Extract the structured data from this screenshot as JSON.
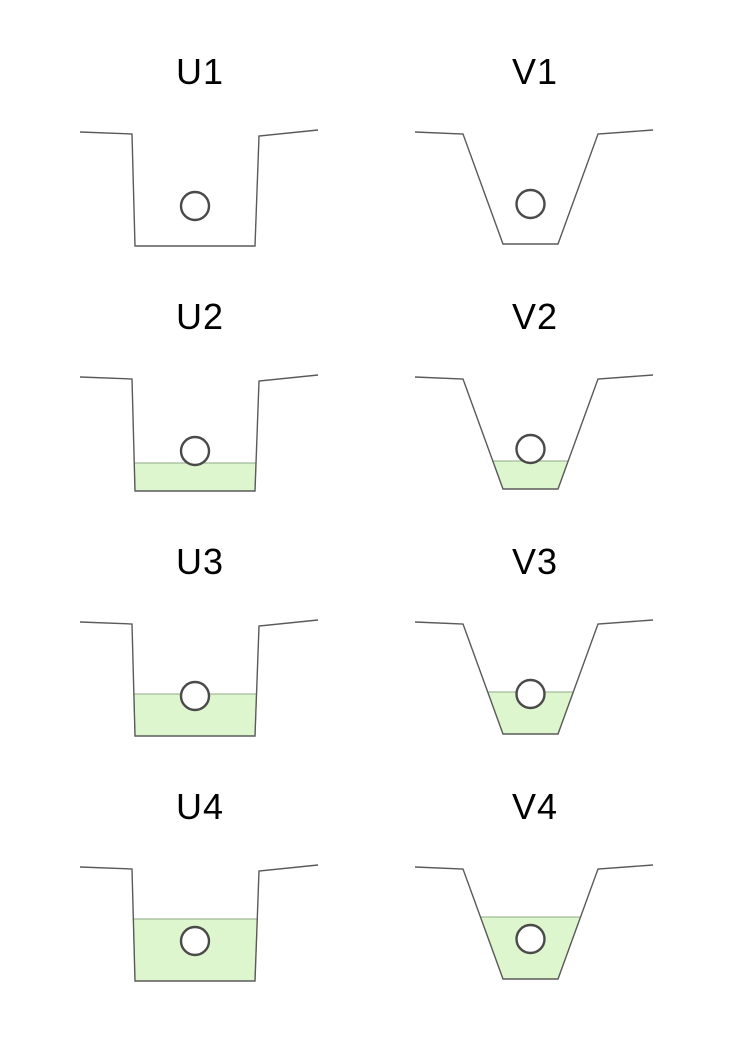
{
  "page": {
    "background": "#ffffff",
    "description": "Comparison diagram of U-shaped and V-shaped valley cross-sections with a ball and rising water level"
  },
  "colors": {
    "outline": "#5a5a5a",
    "ball_stroke": "#4a4a4a",
    "ball_fill": "#ffffff",
    "water_fill": "#def6cd",
    "water_stroke": "#8faa85",
    "label_color": "#000000"
  },
  "ball": {
    "radius": 14,
    "height_above_bottom": 40
  },
  "water_levels": [
    0,
    28,
    42,
    62
  ],
  "panels": [
    {
      "id": "u1",
      "label": "U1",
      "shape": "u",
      "water_level": 0
    },
    {
      "id": "v1",
      "label": "V1",
      "shape": "v",
      "water_level": 0
    },
    {
      "id": "u2",
      "label": "U2",
      "shape": "u",
      "water_level": 1
    },
    {
      "id": "v2",
      "label": "V2",
      "shape": "v",
      "water_level": 1
    },
    {
      "id": "u3",
      "label": "U3",
      "shape": "u",
      "water_level": 2
    },
    {
      "id": "v3",
      "label": "V3",
      "shape": "v",
      "water_level": 2
    },
    {
      "id": "u4",
      "label": "U4",
      "shape": "u",
      "water_level": 3
    },
    {
      "id": "v4",
      "label": "V4",
      "shape": "v",
      "water_level": 3
    }
  ]
}
